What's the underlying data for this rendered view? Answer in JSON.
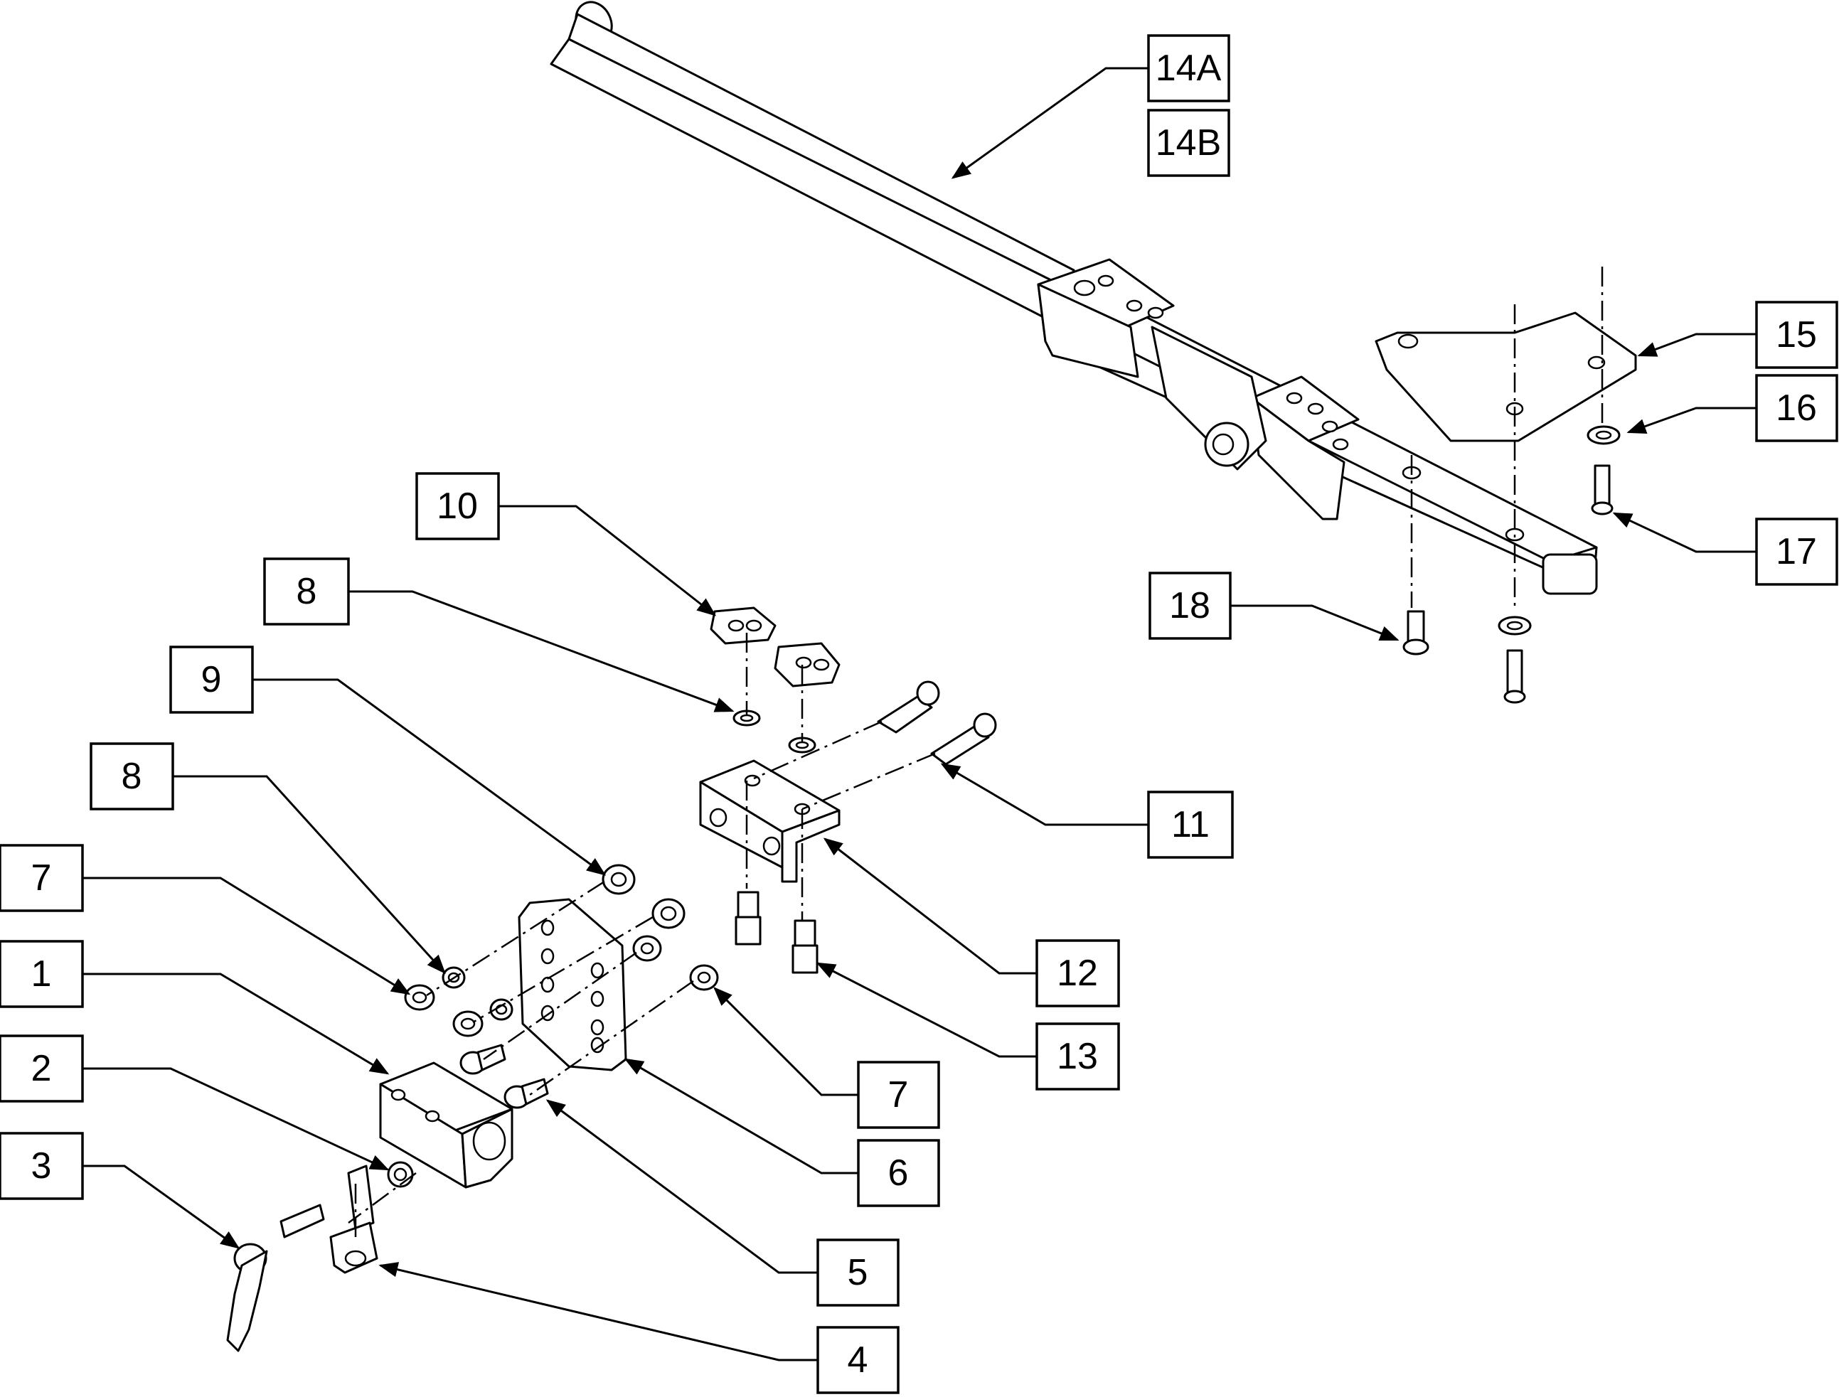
{
  "callouts": [
    {
      "label": "14A"
    },
    {
      "label": "14B"
    },
    {
      "label": "15"
    },
    {
      "label": "16"
    },
    {
      "label": "17"
    },
    {
      "label": "18"
    },
    {
      "label": "10"
    },
    {
      "label": "8"
    },
    {
      "label": "9"
    },
    {
      "label": "8"
    },
    {
      "label": "11"
    },
    {
      "label": "7"
    },
    {
      "label": "12"
    },
    {
      "label": "1"
    },
    {
      "label": "13"
    },
    {
      "label": "2"
    },
    {
      "label": "7"
    },
    {
      "label": "3"
    },
    {
      "label": "6"
    },
    {
      "label": "5"
    },
    {
      "label": "4"
    }
  ]
}
